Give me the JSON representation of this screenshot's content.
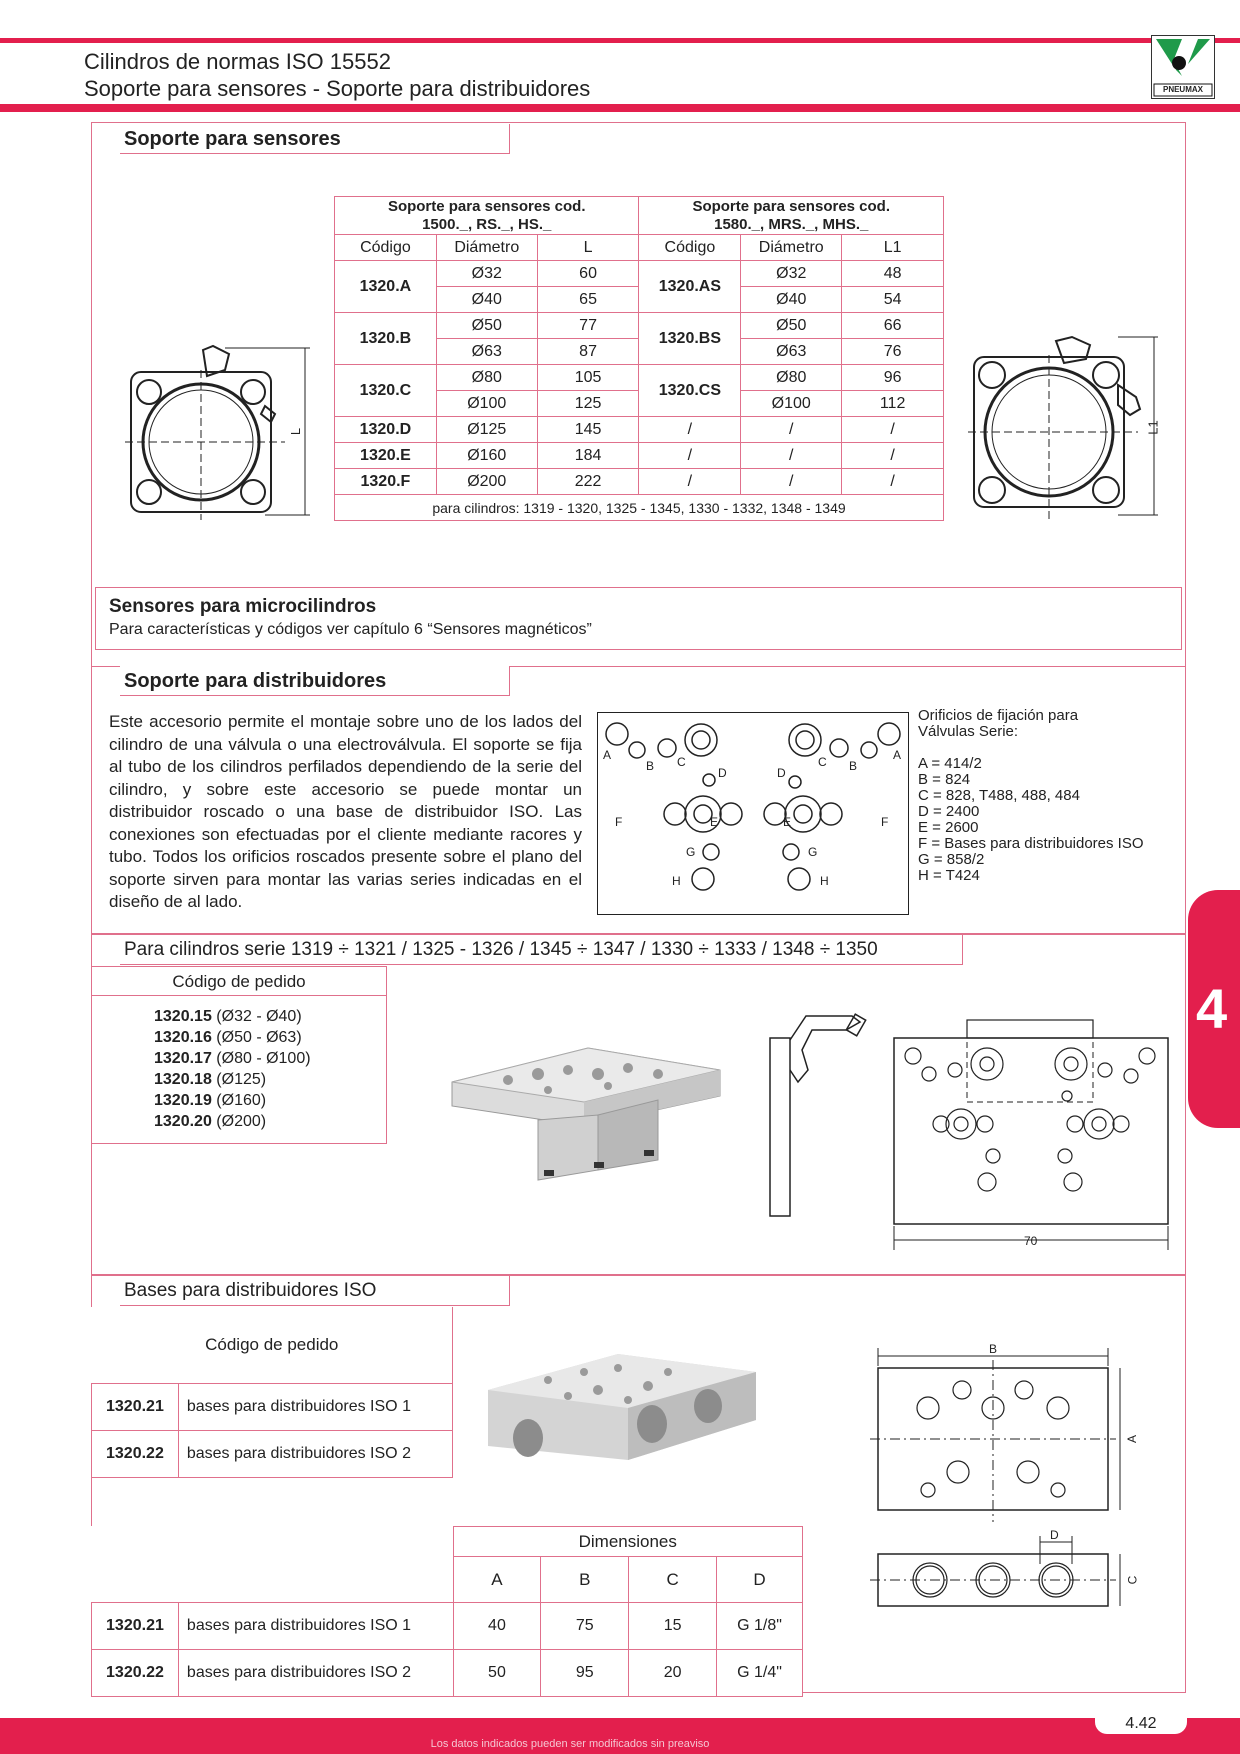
{
  "header": {
    "title_line1": "Cilindros de normas ISO 15552",
    "title_line2": "Soporte para sensores - Soporte para distribuidores",
    "logo_text": "PNEUMAX",
    "accent": "#e31f4d"
  },
  "sensor_section": {
    "title": "Soporte para sensores",
    "group1_header_l1": "Soporte para sensores cod.",
    "group1_header_l2": "1500._, RS._, HS._",
    "group2_header_l1": "Soporte para sensores cod.",
    "group2_header_l2": "1580._, MRS._, MHS._",
    "col_codigo": "Código",
    "col_diametro": "Diámetro",
    "col_l": "L",
    "col_codigo2": "Código",
    "col_diametro2": "Diámetro",
    "col_l1": "L1",
    "groups": [
      {
        "code": "1320.A",
        "rows": [
          [
            "Ø32",
            "60"
          ],
          [
            "Ø40",
            "65"
          ]
        ],
        "code2": "1320.AS",
        "rows2": [
          [
            "Ø32",
            "48"
          ],
          [
            "Ø40",
            "54"
          ]
        ]
      },
      {
        "code": "1320.B",
        "rows": [
          [
            "Ø50",
            "77"
          ],
          [
            "Ø63",
            "87"
          ]
        ],
        "code2": "1320.BS",
        "rows2": [
          [
            "Ø50",
            "66"
          ],
          [
            "Ø63",
            "76"
          ]
        ]
      },
      {
        "code": "1320.C",
        "rows": [
          [
            "Ø80",
            "105"
          ],
          [
            "Ø100",
            "125"
          ]
        ],
        "code2": "1320.CS",
        "rows2": [
          [
            "Ø80",
            "96"
          ],
          [
            "Ø100",
            "112"
          ]
        ]
      }
    ],
    "singles": [
      {
        "code": "1320.D",
        "d": "Ø125",
        "l": "145",
        "s1": "/",
        "s2": "/",
        "s3": "/"
      },
      {
        "code": "1320.E",
        "d": "Ø160",
        "l": "184",
        "s1": "/",
        "s2": "/",
        "s3": "/"
      },
      {
        "code": "1320.F",
        "d": "Ø200",
        "l": "222",
        "s1": "/",
        "s2": "/",
        "s3": "/"
      }
    ],
    "footer": "para cilindros: 1319 - 1320, 1325 - 1345, 1330 - 1332, 1348 - 1349",
    "dim_l": "L",
    "dim_l1": "L1"
  },
  "micro": {
    "title": "Sensores para microcilindros",
    "text": "Para características y códigos ver capítulo 6 “Sensores magnéticos”"
  },
  "distrib": {
    "title": "Soporte para distribuidores",
    "paragraph": "Este accesorio permite el montaje sobre uno de los lados del cilindro de una válvula o una electroválvula. El soporte se fija al tubo de los cilindros perfilados dependiendo de la serie del cilindro, y sobre este accesorio se puede montar un distribuidor roscado o una base de distribuidor ISO. Las conexiones son efectuadas por el cliente mediante racores y tubo. Todos los orificios roscados presente sobre  el plano del soporte sirven para montar las varias series indicadas en el diseño de al lado.",
    "legend_title": "Orificios de fijación para Válvulas Serie:",
    "legend": [
      "A = 414/2",
      "B = 824",
      "C = 828, T488, 488, 484",
      "D = 2400",
      "E = 2600",
      "F = Bases para distribuidores ISO",
      "G = 858/2",
      "H = T424"
    ],
    "hole_labels": [
      "A",
      "B",
      "C",
      "D",
      "E",
      "F",
      "G",
      "H"
    ]
  },
  "series": {
    "title": "Para cilindros serie 1319 ÷ 1321 / 1325 - 1326 / 1345 ÷ 1347 / 1330 ÷ 1333 / 1348 ÷ 1350",
    "order_header": "Código de pedido",
    "orders": [
      {
        "code": "1320.15",
        "range": "(Ø32 - Ø40)"
      },
      {
        "code": "1320.16",
        "range": "(Ø50 - Ø63)"
      },
      {
        "code": "1320.17",
        "range": "(Ø80 - Ø100)"
      },
      {
        "code": "1320.18",
        "range": "(Ø125)"
      },
      {
        "code": "1320.19",
        "range": "(Ø160)"
      },
      {
        "code": "1320.20",
        "range": "(Ø200)"
      }
    ],
    "dim_70": "70"
  },
  "bases": {
    "title": "Bases para distribuidores ISO",
    "order_header": "Código de pedido",
    "orders": [
      {
        "code": "1320.21",
        "desc": "bases para distribuidores ISO 1"
      },
      {
        "code": "1320.22",
        "desc": "bases para distribuidores ISO 2"
      }
    ],
    "dims_header": "Dimensiones",
    "dims_cols": [
      "A",
      "B",
      "C",
      "D"
    ],
    "dims_rows": [
      {
        "code": "1320.21",
        "desc": "bases para distribuidores ISO 1",
        "vals": [
          "40",
          "75",
          "15",
          "G 1/8\""
        ]
      },
      {
        "code": "1320.22",
        "desc": "bases para distribuidores ISO 2",
        "vals": [
          "50",
          "95",
          "20",
          "G 1/4\""
        ]
      }
    ],
    "dim_labels": [
      "A",
      "B",
      "C",
      "D"
    ]
  },
  "chapter_tab": "4",
  "footer": {
    "note": "Los datos indicados pueden ser modificados sin preaviso",
    "page": "4.42"
  }
}
